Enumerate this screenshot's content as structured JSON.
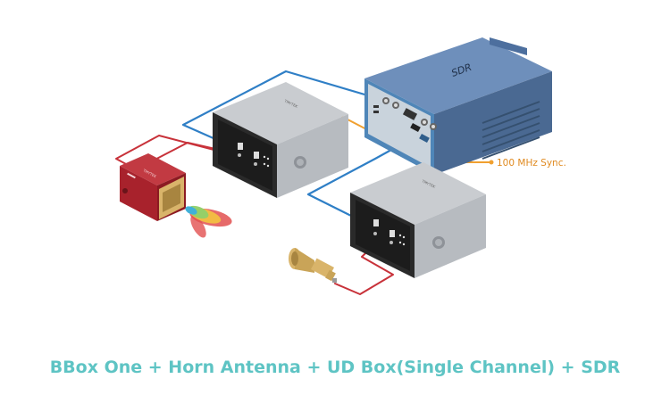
{
  "caption": "BBox One + Horn Antenna + UD Box(Single Channel) + SDR",
  "labels": {
    "sdr": "SDR",
    "sync": "100 MHz Sync.",
    "brand_ud": "TMYTEK",
    "brand_bbox": "TMYTEK"
  },
  "colors": {
    "caption": "#5ec4c4",
    "cable_blue": "#2f7fc6",
    "cable_red": "#c8323a",
    "cable_orange": "#f0a030",
    "sdr_body": "#5d7da8",
    "ud_body": "#2b2b2b",
    "bbox_body": "#a8222c",
    "horn": "#d9b46a"
  },
  "icons": [
    "sdr-unit",
    "ud-box",
    "bbox-one",
    "horn-antenna",
    "radiation-pattern"
  ]
}
